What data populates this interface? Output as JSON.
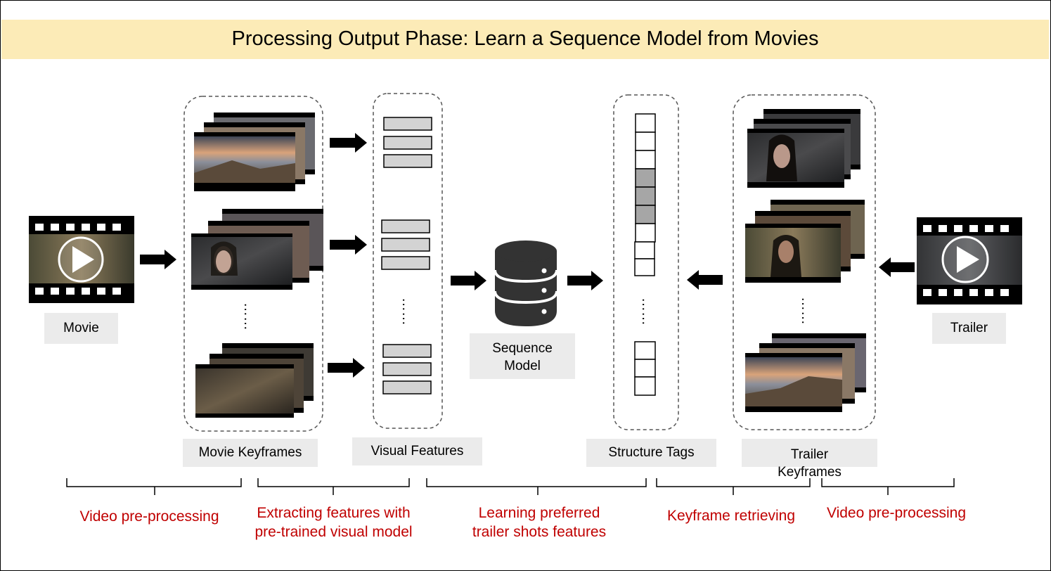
{
  "title": "Processing Output Phase: Learn a Sequence Model from Movies",
  "labels": {
    "movie": "Movie",
    "trailer": "Trailer",
    "movie_keyframes": "Movie Keyframes",
    "visual_features": "Visual Features",
    "sequence_model": "Sequence Model",
    "structure_tags": "Structure Tags",
    "trailer_keyframes": "Trailer Keyframes"
  },
  "steps": {
    "video_preprocessing_left": "Video pre-processing",
    "extracting_features": "Extracting features with pre-trained visual model",
    "learning_preferred": "Learning preferred trailer shots features",
    "keyframe_retrieving": "Keyframe retrieving",
    "video_preprocessing_right": "Video pre-processing"
  },
  "ellipsis": "……",
  "icons": {
    "movie": "film-strip-play-icon",
    "trailer": "film-strip-play-icon",
    "model": "database-icon"
  },
  "colors": {
    "banner": "#fcebb7",
    "step_text": "#c00000",
    "label_bg": "#ebebeb",
    "feature_bar": "#d3d3d3",
    "tag_filled": "#a6a6a6"
  }
}
